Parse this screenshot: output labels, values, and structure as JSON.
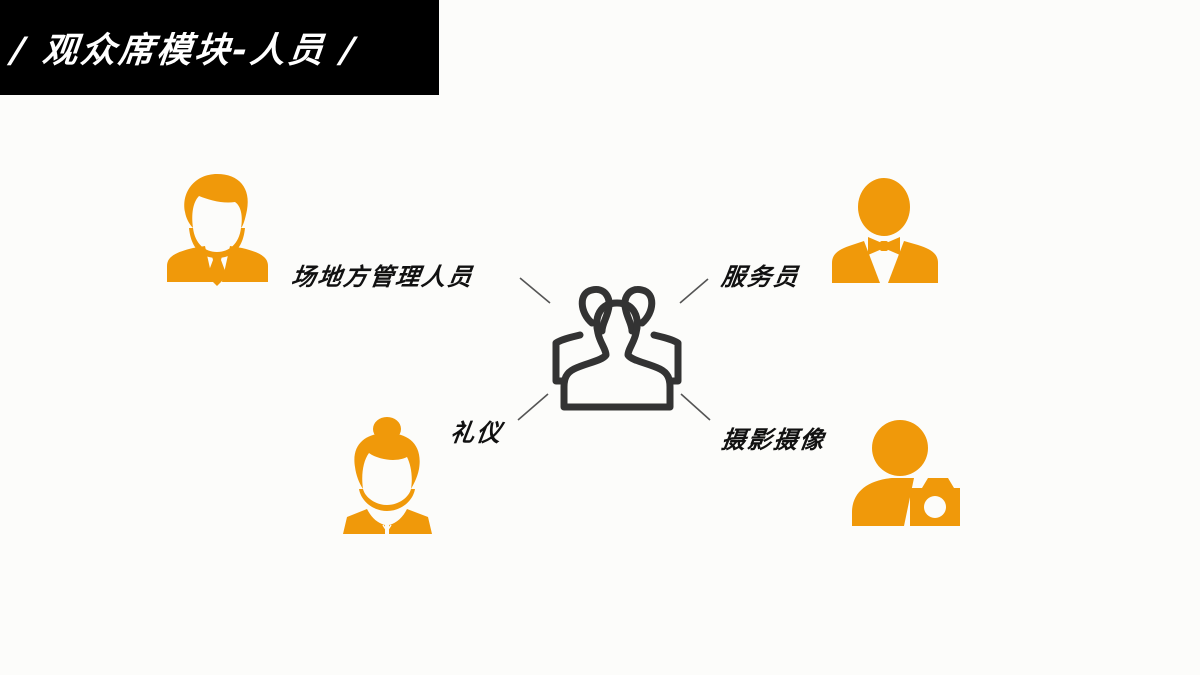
{
  "title": "/ 观众席模块-人员 /",
  "colors": {
    "accent": "#f0990a",
    "center_icon": "#333333",
    "title_bg": "#000000",
    "background": "#fcfcfa"
  },
  "center": {
    "icon": "group-users-icon"
  },
  "roles": [
    {
      "id": "venue-manager",
      "label": "场地方管理人员",
      "icon": "businessman-tie-icon"
    },
    {
      "id": "waiter",
      "label": "服务员",
      "icon": "waiter-bowtie-icon"
    },
    {
      "id": "etiquette",
      "label": "礼仪",
      "icon": "hostess-woman-icon"
    },
    {
      "id": "photography",
      "label": "摄影摄像",
      "icon": "photographer-camera-icon"
    }
  ]
}
